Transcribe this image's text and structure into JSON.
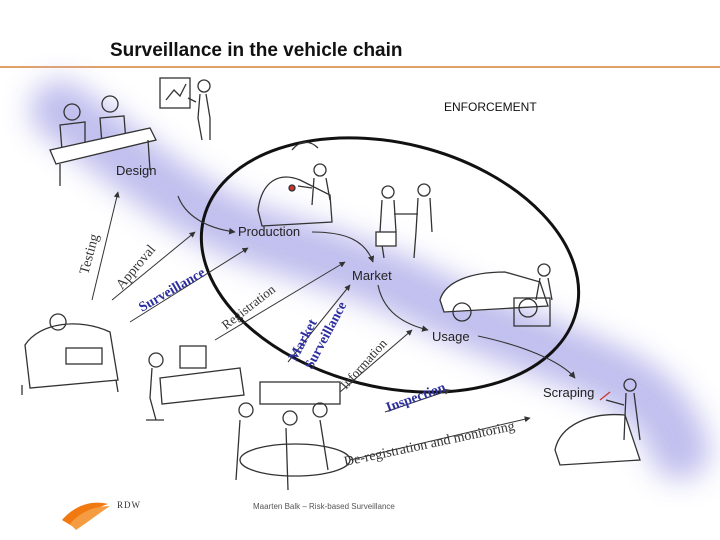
{
  "slide": {
    "title": "Surveillance in the vehicle chain",
    "enforcement": "ENFORCEMENT",
    "footer": "Maarten Balk – Risk-based Surveillance",
    "logo_text": "RDW"
  },
  "stages": {
    "design": "Design",
    "production": "Production",
    "market": "Market",
    "usage": "Usage",
    "scraping": "Scraping"
  },
  "flows": {
    "testing": "Testing",
    "approval": "Approval",
    "surveillance": "Surveillance",
    "registration": "Registration",
    "market_surveillance_1": "Market",
    "market_surveillance_2": "Surveillance",
    "information": "Information",
    "inspection": "Inspection",
    "deregistration": "De-registration and monitoring"
  },
  "colors": {
    "band": "#b9b8ec",
    "accent_rule": "#e0a06a",
    "logo": "#f07a10"
  },
  "icons": {
    "designers": "designers-at-table-icon",
    "presenter": "presenter-at-board-icon",
    "welder": "welder-at-car-icon",
    "businessmen": "businessmen-handshake-icon",
    "mechanic": "mechanic-at-car-icon",
    "driver": "driver-testing-icon",
    "office_worker": "office-worker-at-computer-icon",
    "team": "team-meeting-icon",
    "scrap_worker": "scrap-worker-icon",
    "logo": "rdw-logo-icon"
  }
}
